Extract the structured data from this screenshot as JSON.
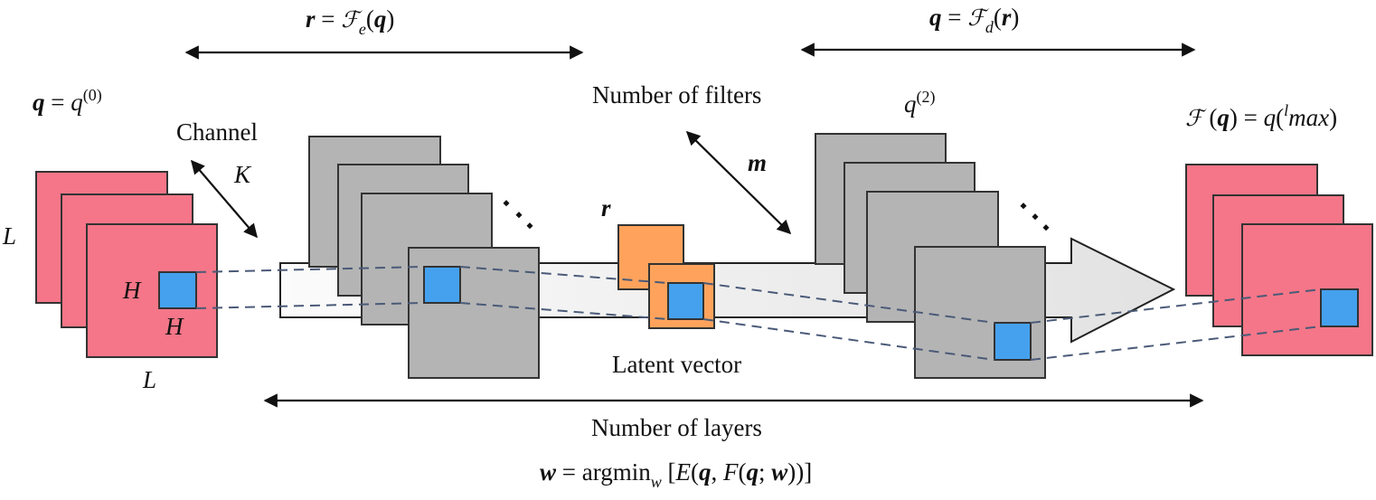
{
  "diagram": {
    "title": "Convolutional autoencoder architecture",
    "colors": {
      "input_output_map": "#f57688",
      "feature_map": "#b4b4b4",
      "latent": "#ffa35c",
      "kernel": "#45a1ee",
      "flow_arrow": "#ececec",
      "dashed_line": "#4a5a78",
      "outline": "#333333"
    },
    "labels": {
      "encoder_lhs": "r",
      "encoder_eq": "=",
      "encoder_F": "ℱ",
      "encoder_sub": "e",
      "encoder_arg_open": "(",
      "encoder_arg": "q",
      "encoder_arg_close": ")",
      "decoder_lhs": "q",
      "decoder_eq": "=",
      "decoder_F": "ℱ",
      "decoder_sub": "d",
      "decoder_arg_open": "(",
      "decoder_arg": "r",
      "decoder_arg_close": ")",
      "input_lhs": "q",
      "input_eq": " = ",
      "input_q": "q",
      "input_sup": "(0)",
      "channel": "Channel",
      "channel_symbol": "K",
      "input_height": "L",
      "input_width": "L",
      "kernel_height": "H",
      "kernel_width": "H",
      "filters": "Number of filters",
      "filters_symbol": "m",
      "latent_symbol": "r",
      "latent_label": "Latent vector",
      "decoder_layer_q": "q",
      "decoder_layer_sup": "(2)",
      "output_F": "ℱ",
      "output_open": " (",
      "output_arg": "q",
      "output_mid": ") = ",
      "output_q": "q",
      "output_paren": "(",
      "output_l": "l",
      "output_sub": "max",
      "output_close": ")",
      "layers": "Number of layers",
      "loss_w": "w",
      "loss_eq": " = argmin",
      "loss_sub": "w",
      "loss_open": " [",
      "loss_E": "E",
      "loss_p1": "(",
      "loss_q1": "q",
      "loss_comma": ", ",
      "loss_F": "F",
      "loss_p2": "(",
      "loss_q2": "q",
      "loss_semi": "; ",
      "loss_w2": "w",
      "loss_close": "))]"
    },
    "stacks": [
      {
        "name": "input",
        "maps": 3,
        "kind": "input_output_map"
      },
      {
        "name": "encoder",
        "maps": 4,
        "kind": "feature_map",
        "ellipsis": true
      },
      {
        "name": "latent",
        "maps": 2,
        "kind": "latent"
      },
      {
        "name": "decoder",
        "maps": 4,
        "kind": "feature_map",
        "ellipsis": true
      },
      {
        "name": "output",
        "maps": 3,
        "kind": "input_output_map"
      }
    ]
  }
}
